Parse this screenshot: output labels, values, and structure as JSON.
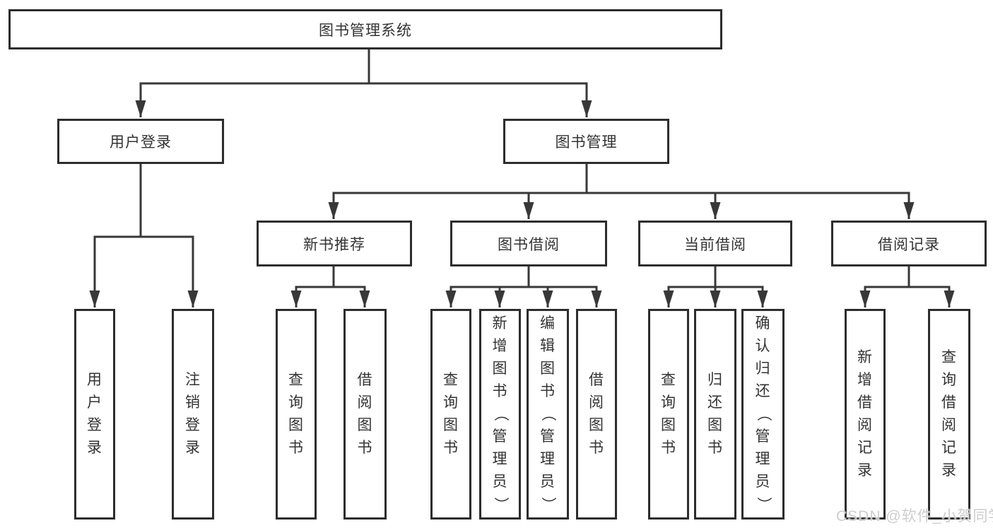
{
  "diagram": {
    "root_label": "图书管理系统",
    "branches": [
      {
        "label": "用户登录",
        "children": [
          "用户登录",
          "注销登录"
        ]
      },
      {
        "label": "图书管理",
        "sections": [
          {
            "label": "新书推荐",
            "children": [
              "查询图书",
              "借阅图书"
            ]
          },
          {
            "label": "图书借阅",
            "children": [
              "查询图书",
              "新增图书（管理员）",
              "编辑图书（管理员）",
              "借阅图书"
            ]
          },
          {
            "label": "当前借阅",
            "children": [
              "查询图书",
              "归还图书",
              "确认归还（管理员）"
            ]
          },
          {
            "label": "借阅记录",
            "children": [
              "新增借阅记录",
              "查询借阅记录"
            ]
          }
        ]
      }
    ]
  },
  "watermark": "CSDN @软件_小贺同学",
  "colors": {
    "line": "#383838",
    "box_border": "#2d2d2d",
    "text": "#333333",
    "watermark_text": "#cbcbcb",
    "background": "#ffffff"
  }
}
